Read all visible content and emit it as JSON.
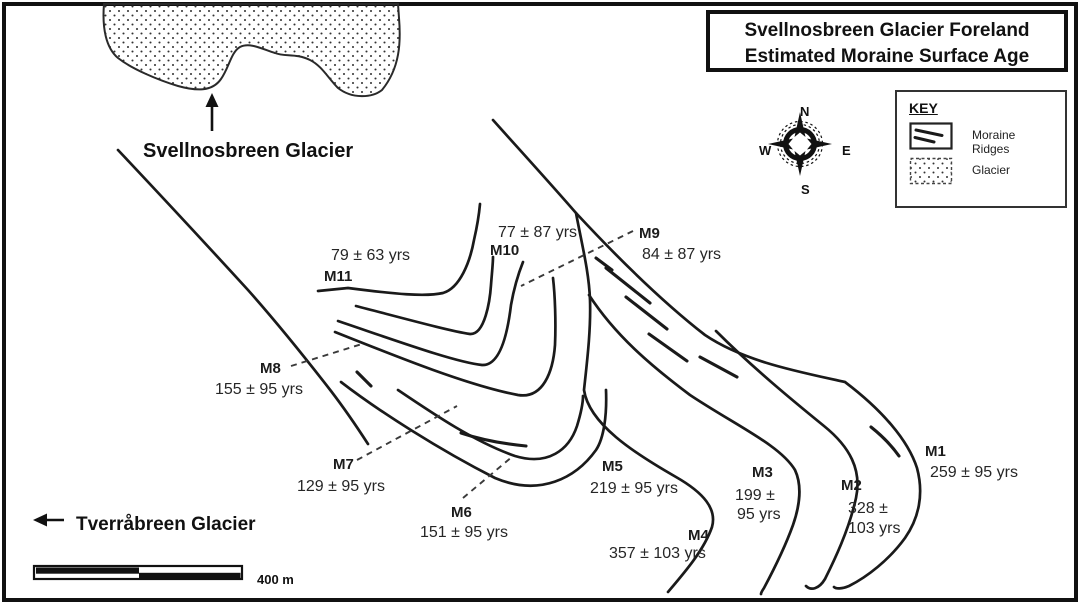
{
  "title": {
    "line1": "Svellnosbreen Glacier Foreland",
    "line2": "Estimated Moraine Surface Age"
  },
  "glacier_top_label": "Svellnosbreen Glacier",
  "glacier_left_label": "Tverråbreen Glacier",
  "compass": {
    "n": "N",
    "e": "E",
    "s": "S",
    "w": "W"
  },
  "key": {
    "title": "KEY",
    "items": [
      {
        "label": "Moraine Ridges",
        "symbol": "moraine-ridges-swatch"
      },
      {
        "label": "Glacier",
        "symbol": "glacier-swatch"
      }
    ]
  },
  "scale": {
    "label": "400 m"
  },
  "moraines": [
    {
      "id": "M1",
      "age": "259 ± 95 yrs"
    },
    {
      "id": "M2",
      "age": "328 ±",
      "age2": "103 yrs"
    },
    {
      "id": "M3",
      "age": "199 ±",
      "age2": "95 yrs"
    },
    {
      "id": "M4",
      "age": "357 ± 103 yrs"
    },
    {
      "id": "M5",
      "age": "219 ± 95 yrs"
    },
    {
      "id": "M6",
      "age": "151 ± 95 yrs"
    },
    {
      "id": "M7",
      "age": "129 ± 95 yrs"
    },
    {
      "id": "M8",
      "age": "155 ± 95 yrs"
    },
    {
      "id": "M9",
      "age": "84 ± 87 yrs"
    },
    {
      "id": "M10",
      "age": "77 ± 87 yrs"
    },
    {
      "id": "M11",
      "age": "79 ± 63 yrs"
    }
  ],
  "colors": {
    "ink": "#1a1a1a",
    "background": "#ffffff"
  }
}
